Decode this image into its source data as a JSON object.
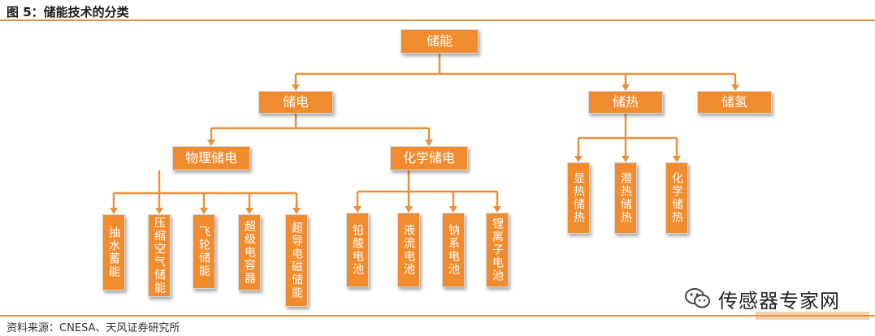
{
  "figure": {
    "title": "图 5：储能技术的分类",
    "source": "资料来源：CNESA、天风证券研究所"
  },
  "watermark": {
    "text": "传感器专家网"
  },
  "tree": {
    "root": "储能",
    "l1": {
      "power": "储电",
      "heat": "储热",
      "hydrogen": "储氢"
    },
    "l2": {
      "physical": "物理储电",
      "chemical": "化学储电"
    },
    "physical_leaves": [
      "抽水蓄能",
      "压缩空气储能",
      "飞轮储能",
      "超级电容器",
      "超导电磁储能"
    ],
    "chemical_leaves": [
      "铅酸电池",
      "液流电池",
      "钠系电池",
      "锂离子电池"
    ],
    "heat_leaves": [
      "显热储热",
      "潜热储热",
      "化学储热"
    ]
  },
  "colors": {
    "node": "#f08c2e",
    "line": "#e8913f"
  }
}
